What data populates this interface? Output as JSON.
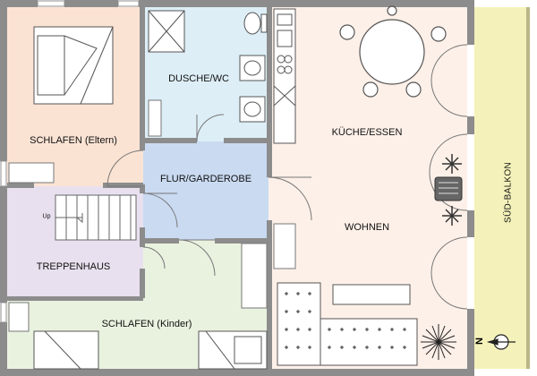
{
  "rooms": {
    "schlafen_eltern": "SCHLAFEN (Eltern)",
    "dusche_wc": "DUSCHE/WC",
    "kueche_essen": "KÜCHE/ESSEN",
    "flur_garderobe": "FLUR/GARDEROBE",
    "wohnen": "WOHNEN",
    "treppenhaus": "TREPPENHAUS",
    "schlafen_kinder": "SCHLAFEN (Kinder)",
    "sued_balkon": "SÜD-BALKON"
  },
  "stairs": {
    "up_label": "Up"
  },
  "compass": {
    "north_label": "N"
  },
  "colors": {
    "schlafen_eltern": "#fbe3d4",
    "dusche_wc": "#ddeef6",
    "kueche_wohnen": "#fdf0e8",
    "flur": "#c9daf1",
    "treppenhaus": "#e8e0ee",
    "schlafen_kinder": "#e9f2df",
    "balkon": "#f4f2ba",
    "wall": "#8c8c8c"
  }
}
